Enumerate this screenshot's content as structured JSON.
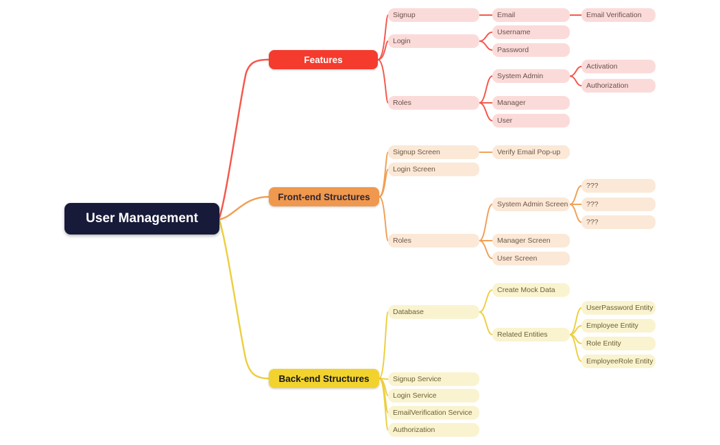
{
  "palette": {
    "background": "#FFFFFF",
    "root_fill": "#171A39",
    "root_text": "#FFFFFF",
    "red_branch_fill": "#F43B2D",
    "red_child_fill": "#FBDBD9",
    "red_edge": "#F4584C",
    "orange_branch_fill": "#F0984D",
    "orange_child_fill": "#FBE8D7",
    "orange_edge": "#F0A057",
    "yellow_branch_fill": "#F2D32E",
    "yellow_child_fill": "#FAF3CF",
    "yellow_edge": "#EDCF40"
  },
  "mindmap": {
    "root": {
      "label": "User Management",
      "color": "#171A39"
    },
    "branches": [
      {
        "label": "Features",
        "color": "#F43B2D",
        "children": [
          {
            "label": "Signup",
            "children": [
              {
                "label": "Email",
                "children": [
                  {
                    "label": "Email Verification"
                  }
                ]
              }
            ]
          },
          {
            "label": "Login",
            "children": [
              {
                "label": "Username"
              },
              {
                "label": "Password"
              }
            ]
          },
          {
            "label": "Roles",
            "children": [
              {
                "label": "System Admin",
                "children": [
                  {
                    "label": "Activation"
                  },
                  {
                    "label": "Authorization"
                  }
                ]
              },
              {
                "label": "Manager"
              },
              {
                "label": "User"
              }
            ]
          }
        ]
      },
      {
        "label": "Front-end Structures",
        "color": "#F0984D",
        "children": [
          {
            "label": "Signup Screen",
            "children": [
              {
                "label": "Verify Email Pop-up"
              }
            ]
          },
          {
            "label": "Login Screen"
          },
          {
            "label": "Roles",
            "children": [
              {
                "label": "System Admin Screen",
                "children": [
                  {
                    "label": "???"
                  },
                  {
                    "label": "???"
                  },
                  {
                    "label": "???"
                  }
                ]
              },
              {
                "label": "Manager Screen"
              },
              {
                "label": "User Screen"
              }
            ]
          }
        ]
      },
      {
        "label": "Back-end Structures",
        "color": "#F2D32E",
        "children": [
          {
            "label": "Database",
            "children": [
              {
                "label": "Create Mock Data"
              },
              {
                "label": "Related Entities",
                "children": [
                  {
                    "label": "UserPassword Entity"
                  },
                  {
                    "label": "Employee Entity"
                  },
                  {
                    "label": "Role Entity"
                  },
                  {
                    "label": "EmployeeRole Entity"
                  }
                ]
              }
            ]
          },
          {
            "label": "Signup Service"
          },
          {
            "label": "Login Service"
          },
          {
            "label": "EmailVerification Service"
          },
          {
            "label": "Authorization"
          }
        ]
      }
    ]
  }
}
